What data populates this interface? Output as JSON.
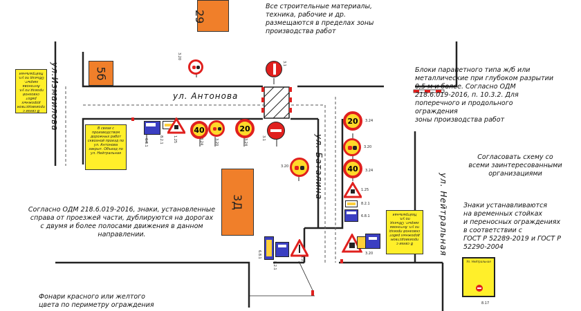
{
  "buildings": {
    "b29": "29",
    "b5b": "5б",
    "b3d": "3Д"
  },
  "streets": {
    "antonova": "ул. Антонова",
    "izmailova": "ул.Измаилова",
    "batalina": "ул. Баталина",
    "neitralnaya": "ул. Нейтральная"
  },
  "notes": {
    "top": "Все строительные материалы,\nтехника, рабочие и др.\nразмещаются в пределах зоны\nпроизводства работ",
    "blocks": "Блоки парапетного типа ж/б или\nметаллические при глубоком разрытии\n0,5 м и более. Согласно ОДМ\n218.6.019-2016, п. 10.3.2. Для\nпоперечного и продольного ограждения\nзоны производства работ",
    "agree": "Согласовать схему со\nвсеми заинтересованными\nорганизациями",
    "odm": "Согласно ОДМ 218.6.019-2016, знаки, установленные\nсправа от проезжей части, дублируются на дорогах\nс двумя и более полосами движения в данном\nнаправлении.",
    "stands": "Знаки устанавливаются\nна временных стойках\nи переносных ограждениях\nв соответствии с\nГОСТ Р 52289-2019 и ГОСТ Р\n52290-2004",
    "lamps": "Фонари красного или желтого\nцвета по периметру ограждения"
  },
  "signs": {
    "speed20": "20",
    "speed40": "40"
  },
  "codes": {
    "c320a": "3.20",
    "c31a": "3.1",
    "c681a": "6.8.1",
    "c821a": "8.2.1",
    "c125a": "1.25",
    "c324a": "3.24",
    "c320b": "3.20",
    "c324b": "3.24",
    "c31b": "3.1",
    "c320c": "3.20",
    "c324c": "3.24",
    "c320d": "3.20",
    "c324d": "3.24",
    "c125b": "1.25",
    "c821b": "8.2.1",
    "c681b": "6.8.1",
    "c681c": "6.8.1",
    "c125c": "1.25",
    "c821c": "8.2.1",
    "c320e": "3.20",
    "c817": "8.17"
  },
  "yellow_boxes": {
    "left": "В связи с производством дорожных работ сквозной проезд по ул. Антонова закрыт. Объезд по ул. Нейтральная",
    "center": "В связи с производством дорожных работ сквозной проезд по ул. Антонова закрыт. Объезд по ул. Нейтральная",
    "right": "В связи с производством дорожных работ сквозной проезд по ул. Антонова закрыт. Объезд по ул. Нейтральная",
    "corner": "Ул. Нейтральная"
  },
  "colors": {
    "orange": "#f07f2a",
    "red": "#e0201e",
    "yellow": "#ffef2a",
    "blue": "#3b3fc2"
  }
}
